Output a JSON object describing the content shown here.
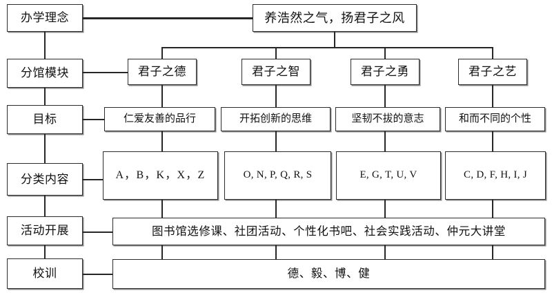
{
  "diagram": {
    "title_box": {
      "label": "养浩然之气，扬君子之风"
    },
    "row_labels": [
      {
        "key": "philosophy",
        "label": "办学理念"
      },
      {
        "key": "modules",
        "label": "分馆模块"
      },
      {
        "key": "goals",
        "label": "目标"
      },
      {
        "key": "categories",
        "label": "分类内容"
      },
      {
        "key": "activities",
        "label": "活动开展"
      },
      {
        "key": "motto",
        "label": "校训"
      }
    ],
    "modules": [
      {
        "label": "君子之德"
      },
      {
        "label": "君子之智"
      },
      {
        "label": "君子之勇"
      },
      {
        "label": "君子之艺"
      }
    ],
    "goals": [
      {
        "label": "仁爱友善的品行"
      },
      {
        "label": "开拓创新的思维"
      },
      {
        "label": "坚韧不拔的意志"
      },
      {
        "label": "和而不同的个性"
      }
    ],
    "categories": [
      {
        "label": "A，B，K，X，Z"
      },
      {
        "label": "O, N, P, Q, R, S"
      },
      {
        "label": "E, G, T, U, V"
      },
      {
        "label": "C, D, F, H, I, J"
      }
    ],
    "activities_box": {
      "label": "图书馆选修课、社团活动、个性化书吧、社会实践活动、仲元大讲堂"
    },
    "motto_box": {
      "label": "德、毅、博、健"
    },
    "colors": {
      "stroke": "#262626",
      "box_border": "#2b2b2b",
      "background": "#ffffff",
      "text": "#111111"
    }
  }
}
